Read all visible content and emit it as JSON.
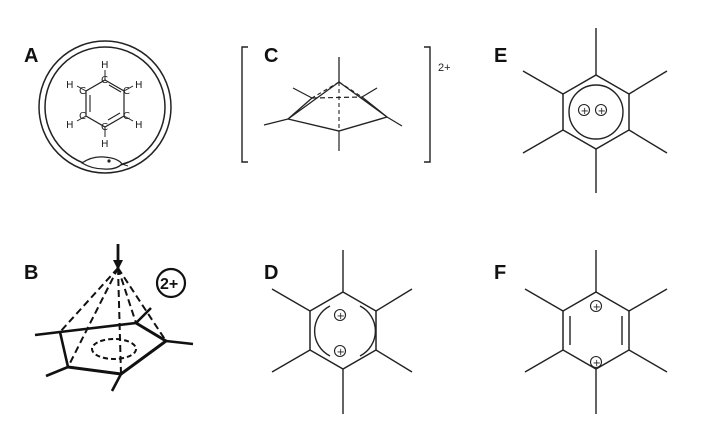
{
  "panels": {
    "A": {
      "label": "A",
      "atoms": {
        "c": "C",
        "h": "H"
      }
    },
    "B": {
      "label": "B",
      "charge": "2+"
    },
    "C": {
      "label": "C",
      "charge": "2+"
    },
    "D": {
      "label": "D",
      "plus": "+"
    },
    "E": {
      "label": "E",
      "plus": "+"
    },
    "F": {
      "label": "F",
      "plus": "+"
    }
  }
}
